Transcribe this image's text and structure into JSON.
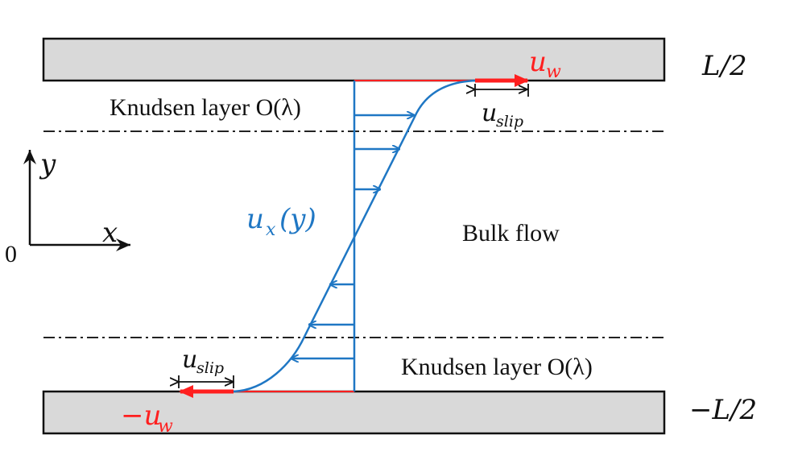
{
  "labels": {
    "top_wall_coord": "L/2",
    "bottom_wall_coord": "−L/2",
    "knudsen_top": "Knudsen layer O(λ)",
    "knudsen_bottom": "Knudsen layer O(λ)",
    "bulk_flow": "Bulk flow",
    "velocity_profile": "u",
    "velocity_profile_sub": "x",
    "velocity_profile_arg": "(y)",
    "wall_velocity_top": "u",
    "wall_velocity_top_sub": "w",
    "wall_velocity_bottom": "−u",
    "wall_velocity_bottom_sub": "w",
    "slip_top": "u",
    "slip_top_sub": "slip",
    "slip_bottom": "u",
    "slip_bottom_sub": "slip",
    "axis_y": "y",
    "axis_x": "x",
    "origin": "0"
  },
  "colors": {
    "profile": "#1f77c4",
    "wall_velocity": "#ff1f1f",
    "wall_fill": "#d9d9d9"
  }
}
